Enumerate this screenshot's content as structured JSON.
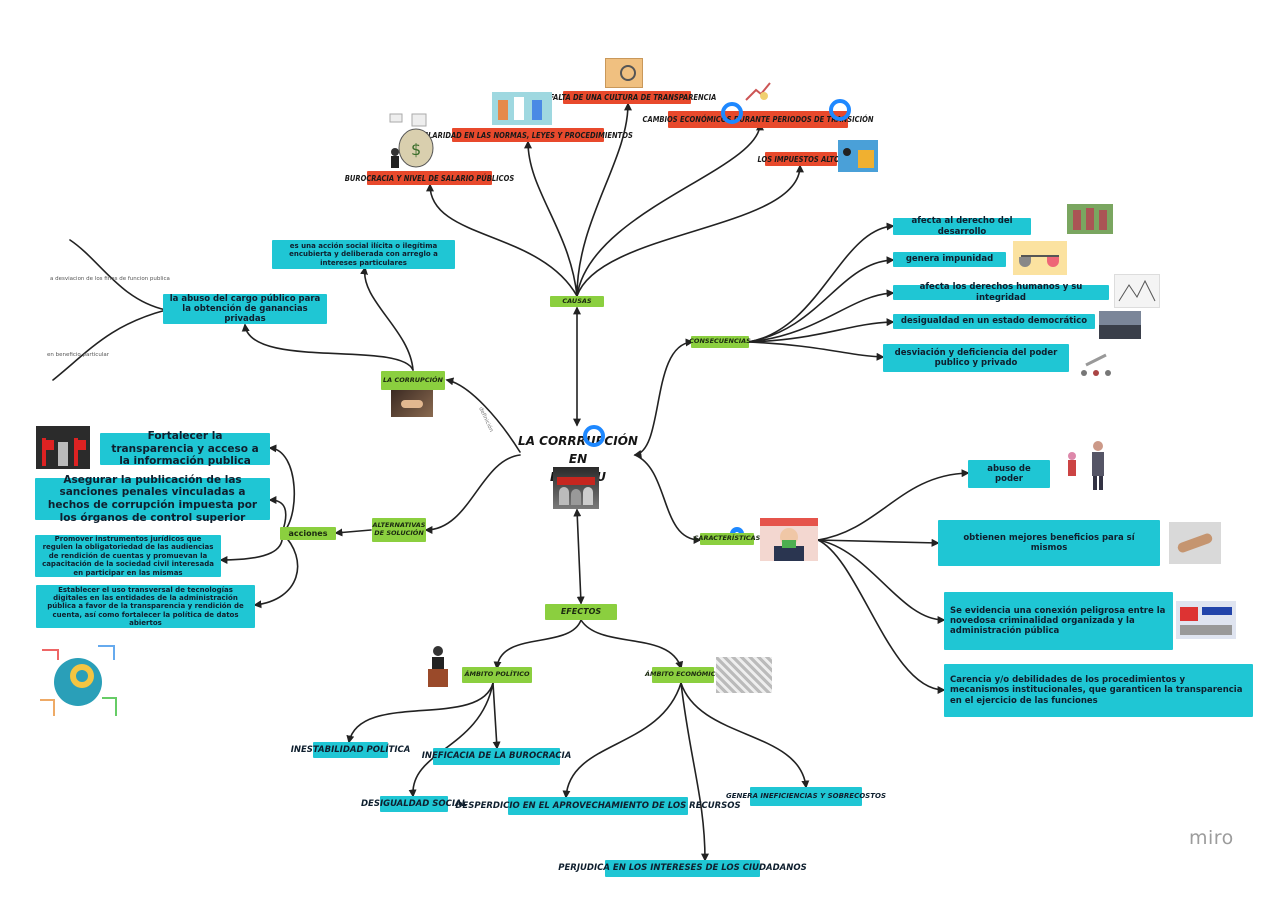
{
  "central": {
    "title_line1": "LA CORRRUPCIÓN EN",
    "title_line2": "EL PERU"
  },
  "causas": {
    "label": "CAUSAS",
    "items": [
      "LA FALTA DE UNA CULTURA DE TRANSPARENCIA",
      "CLARIDAD EN LAS NORMAS, LEYES Y PROCEDIMIENTOS",
      "CAMBIOS ECONÓMICOS DURANTE PERIODOS DE TRANSICIÓN",
      "LOS IMPUESTOS ALTOS",
      "BUROCRACIA Y NIVEL DE SALARIO PÚBLICOS"
    ]
  },
  "definicion": {
    "label": "LA CORRUPCIÓN",
    "connector_label": "definición",
    "concept": "es una acción social ilícita o ilegítima encubierta y deliberada con arreglo a intereses particulares",
    "abuse": "la abuso del cargo público para la obtención de ganancias privadas",
    "side_note_1": "a desviacion de los fines de funcion publica",
    "side_note_2": "en beneficio particular"
  },
  "consecuencias": {
    "label": "CONSECUENCIAS",
    "items": [
      "afecta al derecho del desarrollo",
      "genera impunidad",
      "afecta los derechos humanos y su integridad",
      "desigualdad en un estado democrático",
      "desviación y deficiencia del poder publico y privado"
    ]
  },
  "caracteristicas": {
    "label": "CARACTERÍSTICAS",
    "items": [
      "abuso de poder",
      "obtienen  mejores beneficios para sí mismos",
      "Se evidencia una conexión peligrosa entre la novedosa criminalidad organizada y la administración pública",
      "Carencia y/o debilidades de los procedimientos y mecanismos institucionales, que garanticen la transparencia en el ejercicio de las funciones"
    ]
  },
  "alternativas": {
    "label": "ALTERNATIVAS DE SOLUCIÓN",
    "acciones_label": "acciones",
    "items": [
      "Fortalecer la transparencia y acceso a la información publica",
      "Asegurar la publicación de las sanciones penales vinculadas a hechos de corrupción impuesta por los órganos de control superior",
      "Promover instrumentos jurídicos que regulen la obligatoriedad de las audiencias de rendición de cuentas y promuevan la capacitación de la sociedad civil interesada en participar en las mismas",
      "Establecer el uso transversal de tecnologías digitales en las entidades de la administración pública a favor de la transparencia y rendición de cuenta, así como fortalecer la política de datos abiertos"
    ]
  },
  "efectos": {
    "label": "EFECTOS",
    "politico": {
      "label": "ÁMBITO POLÍTICO",
      "items": [
        "INESTABILIDAD POLÍTICA",
        "INEFICACIA DE LA BUROCRACIA",
        "DESIGUALDAD SOCIAL"
      ]
    },
    "economico": {
      "label": "ÁMBITO ECONÓMICO",
      "items": [
        "DESPERDICIO EN EL APROVECHAMIENTO DE LOS RECURSOS",
        "GENERA INEFICIENCIAS Y SOBRECOSTOS",
        "PERJUDICA EN LOS INTERESES DE LOS CIUDADANOS"
      ]
    }
  },
  "branding": {
    "logo": "miro"
  },
  "colors": {
    "cause_box": "#e8492c",
    "info_box": "#1fc6d4",
    "category_box": "#8bcf3f",
    "connector": "#222222",
    "comment_pin": "#1e88ff"
  }
}
